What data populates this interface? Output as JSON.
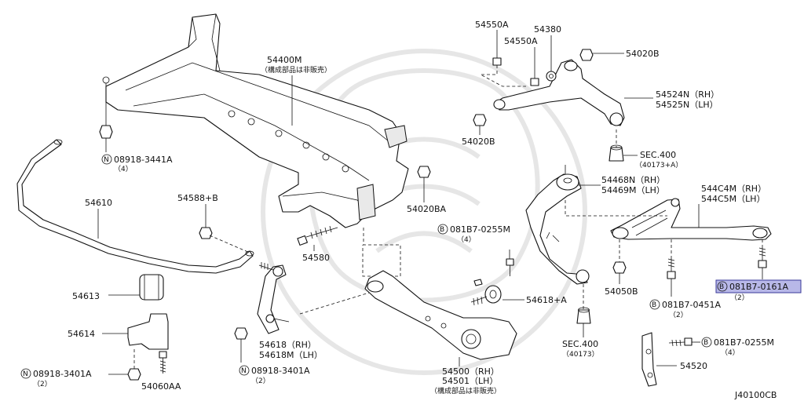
{
  "labels": {
    "p54400M": "54400M",
    "p54400M_note": "（構成部品は非販売）",
    "p54550A_a": "54550A",
    "p54550A_b": "54550A",
    "p54380": "54380",
    "p54020B_a": "54020B",
    "p54020B_b": "54020B",
    "p54524N": "54524N（RH）",
    "p54525N": "54525N（LH）",
    "sec400_a": "SEC.400",
    "sec400_a_sub": "（40173+A）",
    "p08918_3441A": "08918-3441A",
    "p08918_3441A_qty": "（4）",
    "p54610": "54610",
    "p54588B": "54588+B",
    "p54020BA": "54020BA",
    "p54468N": "54468N（RH）",
    "p54469M": "54469M（LH）",
    "p544C4M": "544C4M（RH）",
    "p544C5M": "544C5M（LH）",
    "p081B7_0255M_a": "081B7-0255M",
    "p081B7_0255M_a_qty": "（4）",
    "p54580": "54580",
    "p54613": "54613",
    "p54618A": "54618+A",
    "p54050B": "54050B",
    "p081B7_0451A": "081B7-0451A",
    "p081B7_0451A_qty": "（2）",
    "p081B7_0161A": "081B7-0161A",
    "p081B7_0161A_qty": "（2）",
    "p54614": "54614",
    "p54618RH": "54618（RH）",
    "p54618M": "54618M（LH）",
    "sec400_b": "SEC.400",
    "sec400_b_sub": "（40173）",
    "p081B7_0255M_b": "081B7-0255M",
    "p081B7_0255M_b_qty": "（4）",
    "p08918_3401A_a": "08918-3401A",
    "p08918_3401A_a_qty": "（2）",
    "p08918_3401A_b": "08918-3401A",
    "p08918_3401A_b_qty": "（2）",
    "p54060AA": "54060AA",
    "p54500": "54500（RH）",
    "p54501": "54501（LH）",
    "p54501_note": "（構成部品は非販売）",
    "p54520": "54520",
    "diagram_code": "J40100CB"
  },
  "badges": {
    "nut": "N",
    "bolt": "B"
  },
  "colors": {
    "line": "#111111",
    "highlight_fill": "#b8b8e8",
    "highlight_stroke": "#3a3a9a",
    "watermark": "#e4e4e4"
  }
}
